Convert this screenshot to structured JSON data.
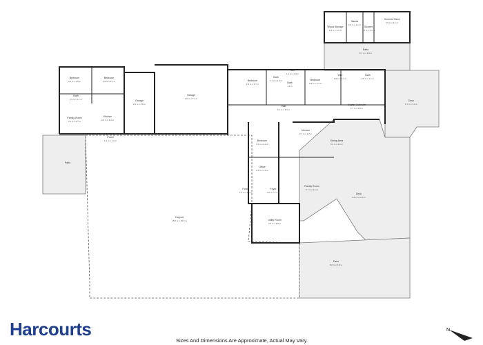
{
  "brand": {
    "name": "Harcourts",
    "color": "#1f3f8f"
  },
  "disclaimer": "Sizes And Dimensions Are Approximate, Actual May Vary.",
  "compass": {
    "label": "N",
    "icon": "north-arrow-icon"
  },
  "rooms": {
    "wood_storage": {
      "name": "Wood Storage",
      "dims": "2.4 m x 3.1 m"
    },
    "sauna": {
      "name": "Sauna",
      "dims": "2.0 m x 2.1 m"
    },
    "shower_top": {
      "name": "Shower",
      "dims": "1.2 m x 2.1 m"
    },
    "covered_deck": {
      "name": "Covered Deck",
      "dims": "3.5 m x 3.1 m"
    },
    "patio_top": {
      "name": "Patio",
      "dims": "6.7 m x 2.8 m"
    },
    "bedroom_w1": {
      "name": "Bedroom",
      "dims": "3.6 m x 2.6 m"
    },
    "bedroom_w2": {
      "name": "Bedroom",
      "dims": "2.9 m x 3.1 m"
    },
    "bath_w": {
      "name": "Bath",
      "dims": "2.9 m x 1.7 m"
    },
    "family_w": {
      "name": "Family Room",
      "dims": "3.2 m x 5.7 m"
    },
    "kitchen_w": {
      "name": "Kitchen",
      "dims": "2.6 m x 3.2 m"
    },
    "porch_w": {
      "name": "Porch",
      "dims": "1.6 m x 1.2 m"
    },
    "garage_small": {
      "name": "Garage",
      "dims": "3.2 m x 6.8 m"
    },
    "garage_large": {
      "name": "Garage",
      "dims": "9.0 m x 7.1 m"
    },
    "bedroom_c": {
      "name": "Bedroom",
      "dims": "2.8 m x 3.7 m"
    },
    "bath_c": {
      "name": "Bath",
      "dims": "1.7 m x 1.6 m"
    },
    "bath_c2": {
      "name": "Bath",
      "dims": "1.4 m"
    },
    "wc": {
      "name": "WC",
      "dims": "1.1 m x 0.8 m"
    },
    "bedroom_e": {
      "name": "Bedroom",
      "dims": "2.9 m x 3.7 m"
    },
    "wic": {
      "name": "WIC",
      "dims": "1.8 m x 2.1 m"
    },
    "bath_e": {
      "name": "Bath",
      "dims": "2.8 m x 2.1 m"
    },
    "hall": {
      "name": "Hall",
      "dims": "8.1 m x 3.3 m"
    },
    "master": {
      "name": "Master Bedroom",
      "dims": "3.7 m x 3.8 m"
    },
    "deck_ne": {
      "name": "Deck",
      "dims": "5.7 m x 6.9 m"
    },
    "bedroom_mid": {
      "name": "Bedroom",
      "dims": "3.0 m x 3.0 m"
    },
    "office": {
      "name": "Office",
      "dims": "2.4 m x 2.8 m"
    },
    "kitchen_mid": {
      "name": "Kitchen",
      "dims": "3.7 m x 4.2 m"
    },
    "dining": {
      "name": "Dining Area",
      "dims": "3.2 m x 4.2 m"
    },
    "family_mid": {
      "name": "Family Room",
      "dims": "5.7 m x 6.1 m"
    },
    "porch_mid": {
      "name": "Porch",
      "dims": "2.2 m x 2.5 m"
    },
    "foyer": {
      "name": "Foyer",
      "dims": "3.0 m x 3.4 m"
    },
    "utility": {
      "name": "Utility Room",
      "dims": "4.6 m x 3.8 m"
    },
    "deck_big": {
      "name": "Deck",
      "dims": "9.6 m x 12.0 m"
    },
    "patio_se": {
      "name": "Patio",
      "dims": "8.6 m x 5.8 m"
    },
    "carport": {
      "name": "Carport",
      "dims": "15.6 m x 15.9 m"
    },
    "patio_w": {
      "name": "Patio"
    }
  }
}
